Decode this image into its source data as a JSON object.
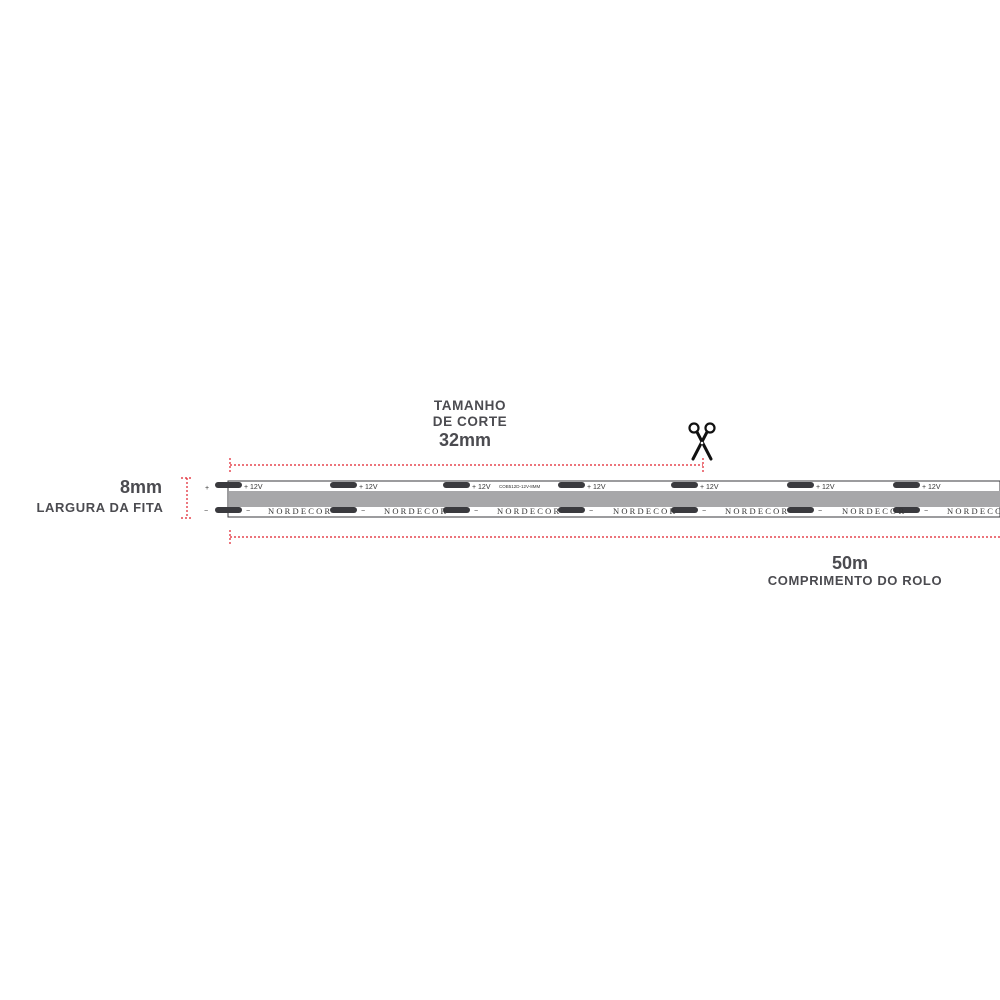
{
  "cut_size": {
    "title_line1": "TAMANHO",
    "title_line2": "DE CORTE",
    "value": "32mm"
  },
  "strip_width": {
    "value": "8mm",
    "label": "LARGURA DA FITA"
  },
  "roll_length": {
    "value": "50m",
    "label": "COMPRIMENTO DO ROLO"
  },
  "strip": {
    "positive_terminal": "+",
    "negative_terminal": "−",
    "voltage_marking": "+ 12V",
    "negative_marking": "−",
    "brand": "NORDECOR",
    "model_code": "COB512D-12V-8MM"
  },
  "icons": {
    "cut_point": "scissors-icon"
  },
  "colors": {
    "dimension_line": "#e0202c",
    "strip_body": "#a7a7a9",
    "pad": "#3a3a3e",
    "text": "#4b4b50"
  }
}
